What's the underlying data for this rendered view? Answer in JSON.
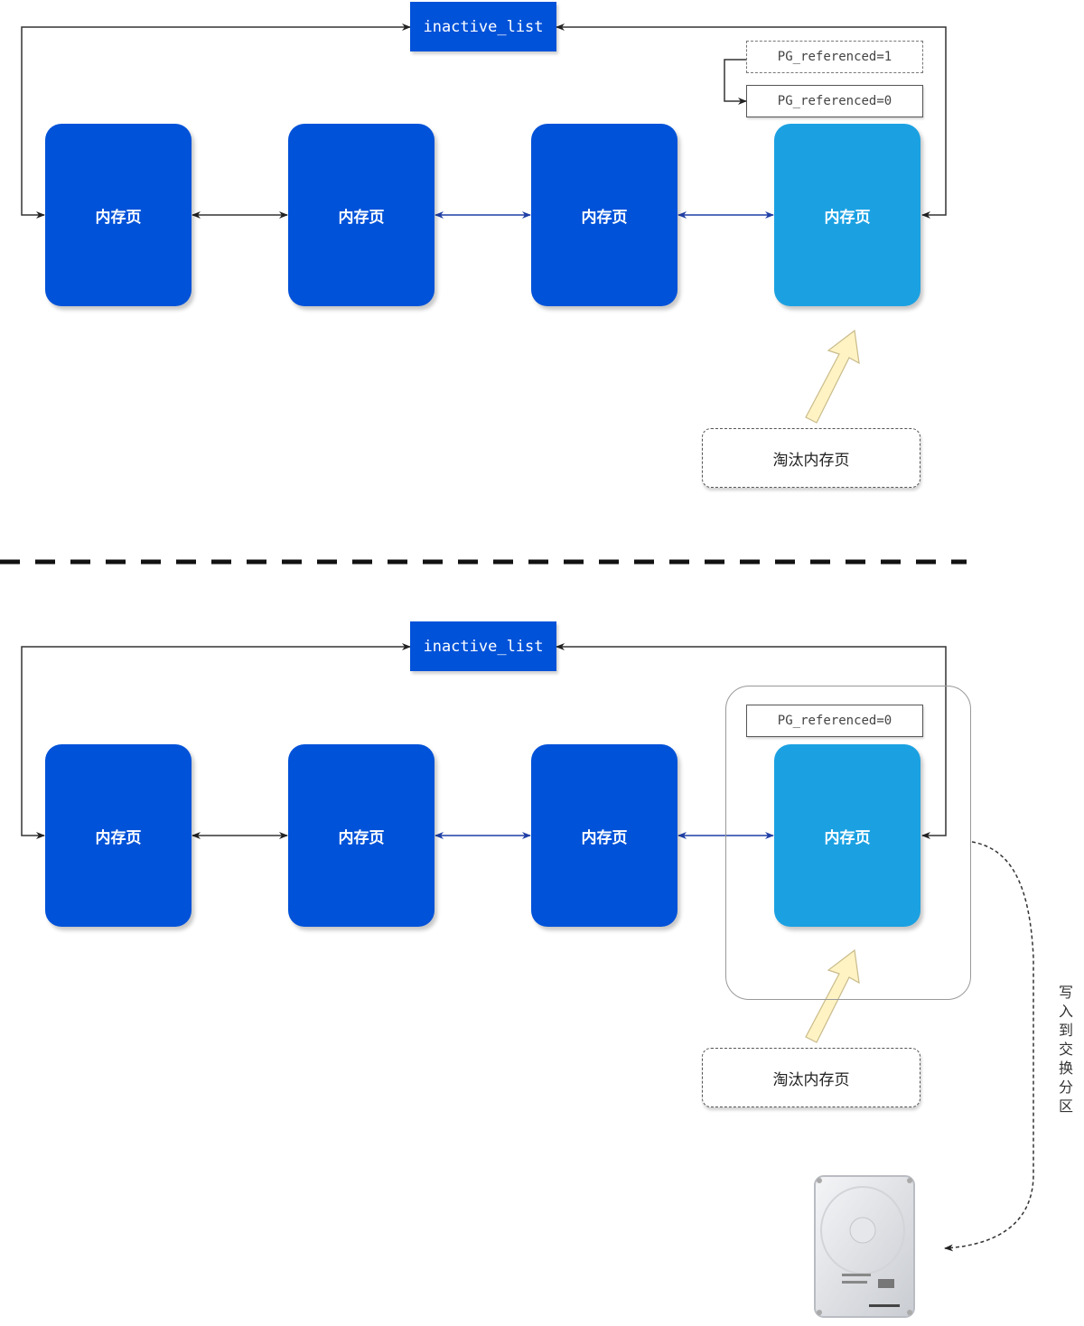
{
  "list_head_label": "inactive_list",
  "node_label": "内存页",
  "top": {
    "flag_before": "PG_referenced=1",
    "flag_after": "PG_referenced=0",
    "evict_label": "淘汰内存页"
  },
  "bottom": {
    "flag": "PG_referenced=0",
    "evict_label": "淘汰内存页",
    "swap_label": "写入到交换分区"
  },
  "colors": {
    "node_blue": "#0052d9",
    "node_evict": "#1ba1e2",
    "link_dark": "#333333",
    "link_blue": "#1f3fa6",
    "evict_arrow": "#fff3c4"
  },
  "icons": [
    "hard-disk-icon"
  ]
}
